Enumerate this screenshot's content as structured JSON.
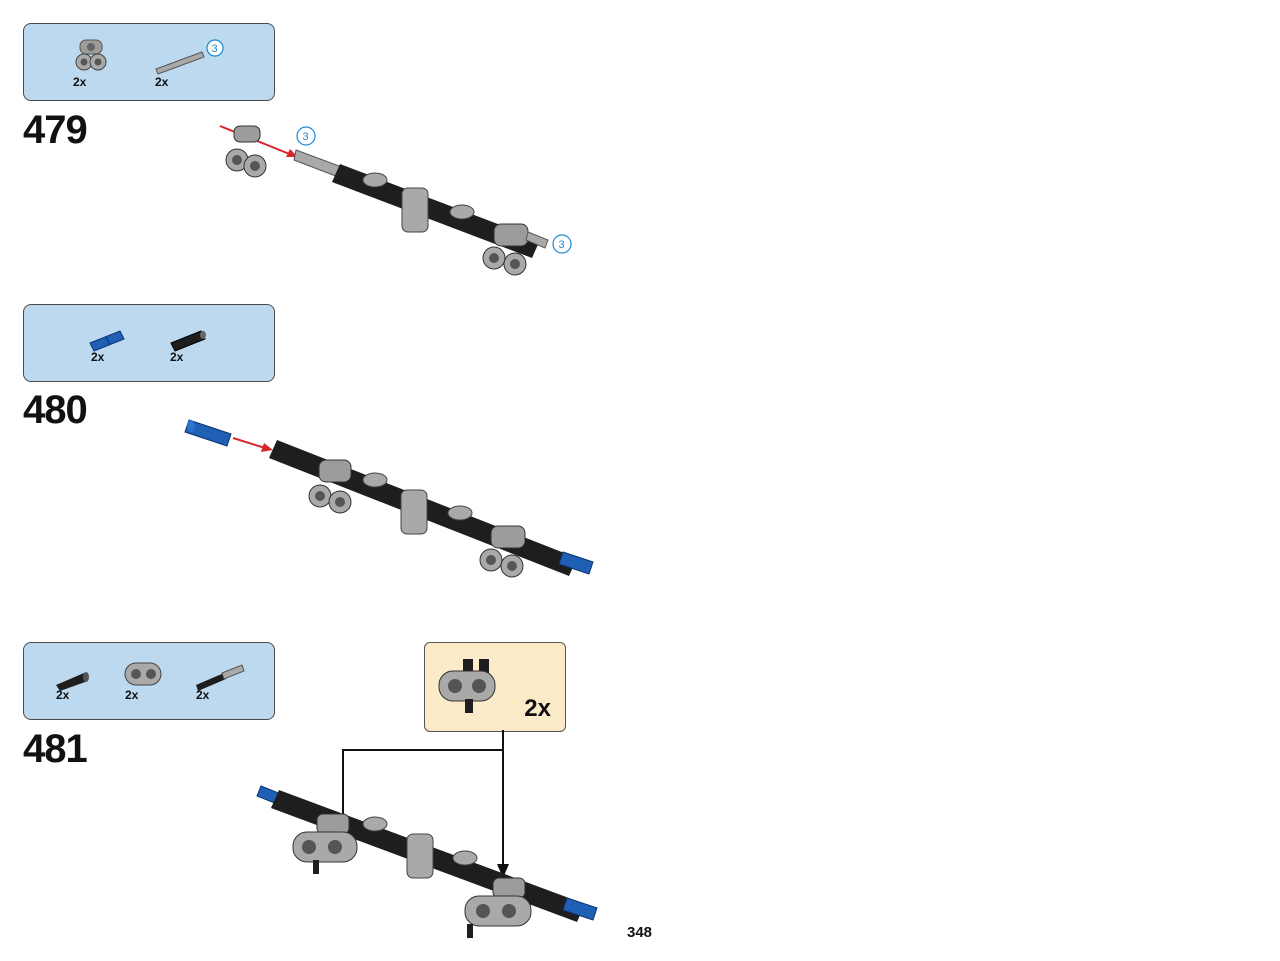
{
  "page_number": "348",
  "steps": [
    {
      "number": "479",
      "parts": [
        {
          "name": "pin-connector-double",
          "qty": "2x"
        },
        {
          "name": "axle-3",
          "qty": "2x",
          "length": "3"
        }
      ],
      "assembly_length_badges": [
        "3",
        "3"
      ]
    },
    {
      "number": "480",
      "parts": [
        {
          "name": "blue-axle-pin",
          "qty": "2x"
        },
        {
          "name": "black-friction-pin",
          "qty": "2x"
        }
      ]
    },
    {
      "number": "481",
      "parts": [
        {
          "name": "black-axle-pin",
          "qty": "2x"
        },
        {
          "name": "grey-beam-2",
          "qty": "2x"
        },
        {
          "name": "grey-axle-with-pin",
          "qty": "2x"
        }
      ],
      "callout": {
        "qty": "2x"
      }
    }
  ],
  "colors": {
    "parts_box": "#bcd9f0",
    "callout_box": "#fcebc8",
    "arrow_red": "#d9262c",
    "length_badge": "#1a8ad1",
    "part_grey": "#a9aaa8",
    "part_black": "#1e1e1e",
    "part_blue": "#1f5fb4"
  }
}
